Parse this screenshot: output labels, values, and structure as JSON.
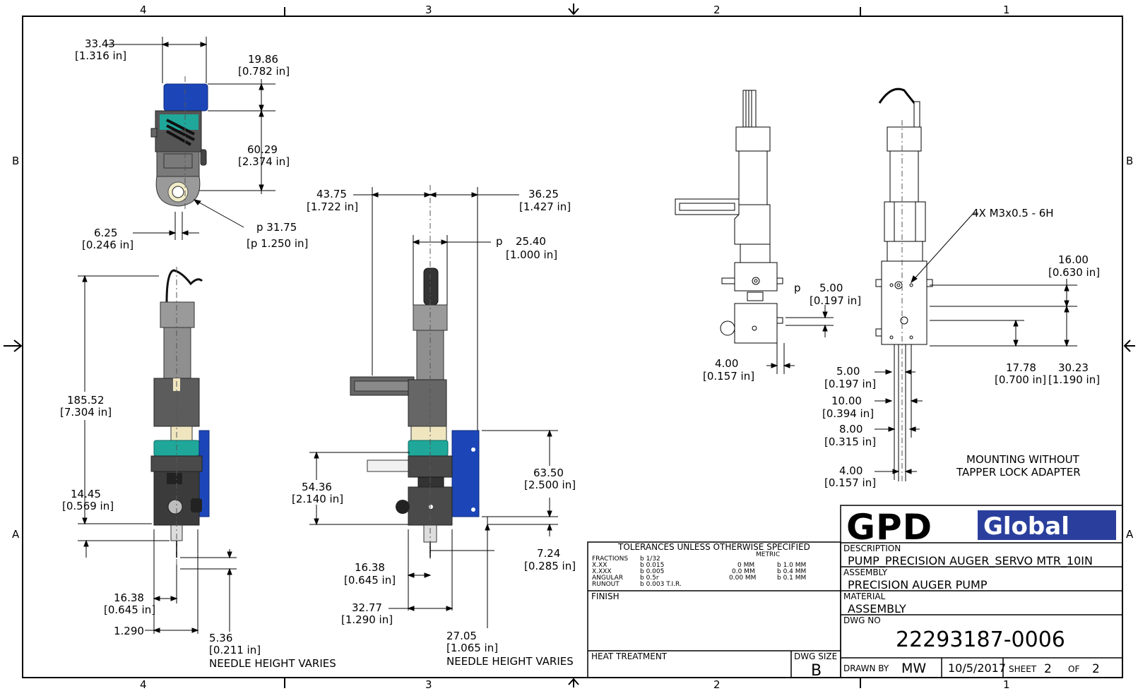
{
  "zones": {
    "columns": [
      "4",
      "3",
      "2",
      "1"
    ],
    "rows": [
      "B",
      "A"
    ]
  },
  "views": {
    "top_view": {
      "dims": [
        {
          "mm": "33.43",
          "in": "[1.316 in]"
        },
        {
          "mm": "19.86",
          "in": "[0.782 in]"
        },
        {
          "mm": "60.29",
          "in": "[2.374 in]"
        },
        {
          "mm": "6.25",
          "in": "[0.246 in]"
        },
        {
          "mm": "p 31.75",
          "in": "[p 1.250 in]"
        }
      ]
    },
    "front_view": {
      "dims": [
        {
          "mm": "185.52",
          "in": "[7.304 in]"
        },
        {
          "mm": "14.45",
          "in": "[0.569 in]"
        },
        {
          "mm": "16.38",
          "in": "[0.645 in]"
        },
        {
          "mm": "1.290",
          "in": ""
        },
        {
          "mm": "5.36",
          "in": "[0.211 in]"
        }
      ],
      "note": "NEEDLE HEIGHT VARIES"
    },
    "side_view": {
      "dims": [
        {
          "mm": "43.75",
          "in": "[1.722 in]"
        },
        {
          "mm": "36.25",
          "in": "[1.427 in]"
        },
        {
          "mm": "p",
          "in": ""
        },
        {
          "mm": "25.40",
          "in": "[1.000 in]"
        },
        {
          "mm": "54.36",
          "in": "[2.140 in]"
        },
        {
          "mm": "63.50",
          "in": "[2.500 in]"
        },
        {
          "mm": "7.24",
          "in": "[0.285 in]"
        },
        {
          "mm": "16.38",
          "in": "[0.645 in]"
        },
        {
          "mm": "32.77",
          "in": "[1.290 in]"
        },
        {
          "mm": "27.05",
          "in": "[1.065 in]"
        }
      ],
      "note": "NEEDLE HEIGHT VARIES"
    },
    "mount_side_view": {
      "dims": [
        {
          "mm": "p",
          "in": ""
        },
        {
          "mm": "5.00",
          "in": "[0.197 in]"
        },
        {
          "mm": "4.00",
          "in": "[0.157 in]"
        }
      ]
    },
    "mount_front_view": {
      "callout": "4X M3x0.5 - 6H",
      "dims": [
        {
          "mm": "16.00",
          "in": "[0.630 in]"
        },
        {
          "mm": "17.78",
          "in": "[0.700 in]"
        },
        {
          "mm": "30.23",
          "in": "[1.190 in]"
        },
        {
          "mm": "5.00",
          "in": "[0.197 in]"
        },
        {
          "mm": "10.00",
          "in": "[0.394 in]"
        },
        {
          "mm": "8.00",
          "in": "[0.315 in]"
        },
        {
          "mm": "4.00",
          "in": "[0.157 in]"
        }
      ],
      "note_line1": "MOUNTING WITHOUT",
      "note_line2": "TAPPER LOCK ADAPTER"
    }
  },
  "tolerances": {
    "header": "TOLERANCES UNLESS OTHERWISE SPECIFIED",
    "metric": "METRIC",
    "rows": [
      {
        "label": "FRACTIONS",
        "value": "b 1/32",
        "m1": "",
        "m2": ""
      },
      {
        "label": "X.XX",
        "value": "b 0.015",
        "m1": "0 MM",
        "m2": "b 1.0 MM"
      },
      {
        "label": "X.XXX",
        "value": "b 0.005",
        "m1": "0.0 MM",
        "m2": "b 0.4 MM"
      },
      {
        "label": "ANGULAR",
        "value": "b 0.5r",
        "m1": "0.00 MM",
        "m2": "b 0.1 MM"
      },
      {
        "label": "RUNOUT",
        "value": "b 0.003 T.I.R.",
        "m1": "",
        "m2": ""
      }
    ],
    "finish": "FINISH",
    "heat_treatment": "HEAT TREATMENT",
    "dwg_size_label": "DWG SIZE",
    "dwg_size": "B"
  },
  "title_block": {
    "logo_left": "GPD",
    "logo_right": "Global",
    "description_label": "DESCRIPTION",
    "description": "PUMP_PRECISION AUGER_SERVO MTR_10IN",
    "assembly_label": "ASSEMBLY",
    "assembly": "PRECISION AUGER PUMP",
    "material_label": "MATERIAL",
    "material": "ASSEMBLY",
    "dwg_no_label": "DWG NO",
    "dwg_no": "22293187-0006",
    "drawn_by_label": "DRAWN BY",
    "drawn_by": "MW",
    "date": "10/5/2017",
    "sheet_label": "SHEET",
    "sheet": "2",
    "of_label": "OF",
    "of": "2"
  },
  "colors": {
    "blue_cap": "#1c46b8",
    "teal_collar": "#1fa79a",
    "metal": "#9a9a9a",
    "dark_metal": "#4a4a4a",
    "logo_blue": "#2a3f9d"
  }
}
